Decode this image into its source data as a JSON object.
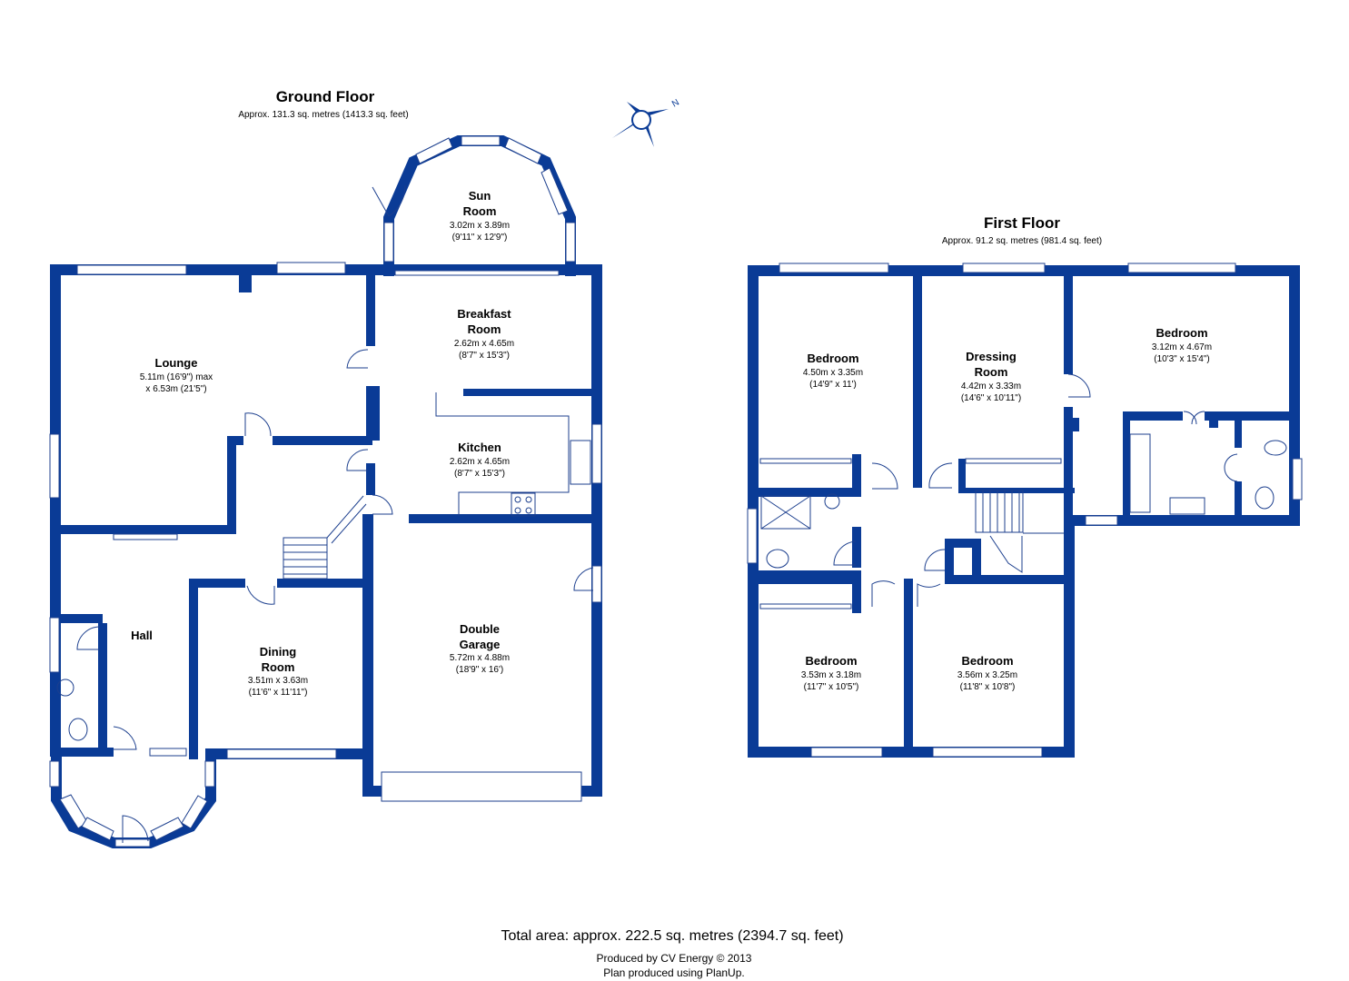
{
  "ground_floor": {
    "title": "Ground Floor",
    "area": "Approx. 131.3 sq. metres (1413.3 sq. feet)",
    "rooms": {
      "sun_room": {
        "name_1": "Sun",
        "name_2": "Room",
        "dim_1": "3.02m x 3.89m",
        "dim_2": "(9'11\" x 12'9\")"
      },
      "lounge": {
        "name": "Lounge",
        "dim_1": "5.11m (16'9\") max",
        "dim_2": "x 6.53m (21'5\")"
      },
      "breakfast": {
        "name_1": "Breakfast",
        "name_2": "Room",
        "dim_1": "2.62m x 4.65m",
        "dim_2": "(8'7\" x 15'3\")"
      },
      "kitchen": {
        "name": "Kitchen",
        "dim_1": "2.62m x 4.65m",
        "dim_2": "(8'7\" x 15'3\")"
      },
      "hall": {
        "name": "Hall"
      },
      "dining": {
        "name_1": "Dining",
        "name_2": "Room",
        "dim_1": "3.51m x 3.63m",
        "dim_2": "(11'6\" x 11'11\")"
      },
      "garage": {
        "name_1": "Double",
        "name_2": "Garage",
        "dim_1": "5.72m x 4.88m",
        "dim_2": "(18'9\" x 16')"
      }
    }
  },
  "first_floor": {
    "title": "First Floor",
    "area": "Approx. 91.2 sq. metres (981.4 sq. feet)",
    "rooms": {
      "bedroom_1": {
        "name": "Bedroom",
        "dim_1": "4.50m x 3.35m",
        "dim_2": "(14'9\" x 11')"
      },
      "dressing": {
        "name_1": "Dressing",
        "name_2": "Room",
        "dim_1": "4.42m x 3.33m",
        "dim_2": "(14'6\" x 10'11\")"
      },
      "bedroom_2": {
        "name": "Bedroom",
        "dim_1": "3.12m x 4.67m",
        "dim_2": "(10'3\" x 15'4\")"
      },
      "bedroom_3": {
        "name": "Bedroom",
        "dim_1": "3.53m x 3.18m",
        "dim_2": "(11'7\" x 10'5\")"
      },
      "bedroom_4": {
        "name": "Bedroom",
        "dim_1": "3.56m x 3.25m",
        "dim_2": "(11'8\" x 10'8\")"
      }
    }
  },
  "footer": {
    "total": "Total area: approx. 222.5 sq. metres (2394.7 sq. feet)",
    "produced_by": "Produced by CV Energy © 2013",
    "plan_by": "Plan produced using PlanUp."
  },
  "compass": {
    "icon": "compass-icon",
    "north_label": "N"
  },
  "colors": {
    "wall": "#0a3b96",
    "line": "#1c3f8e"
  }
}
